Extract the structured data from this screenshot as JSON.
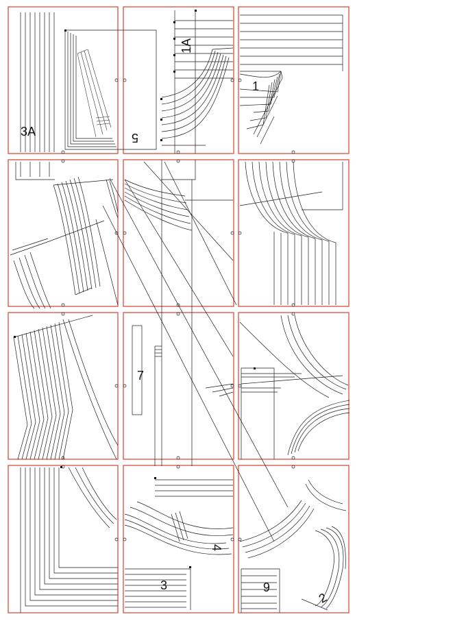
{
  "sheet": {
    "title": "",
    "tile_columns": 3,
    "tile_rows": 4,
    "border_color": "#d9402b",
    "line_color": "#1a1a1a"
  },
  "pieces": {
    "p3a": "3A",
    "p5": "5",
    "p1a": "1A",
    "p1": "1",
    "p7": "7",
    "p4": "4",
    "p3": "3",
    "p6": "6",
    "p2": "2"
  }
}
